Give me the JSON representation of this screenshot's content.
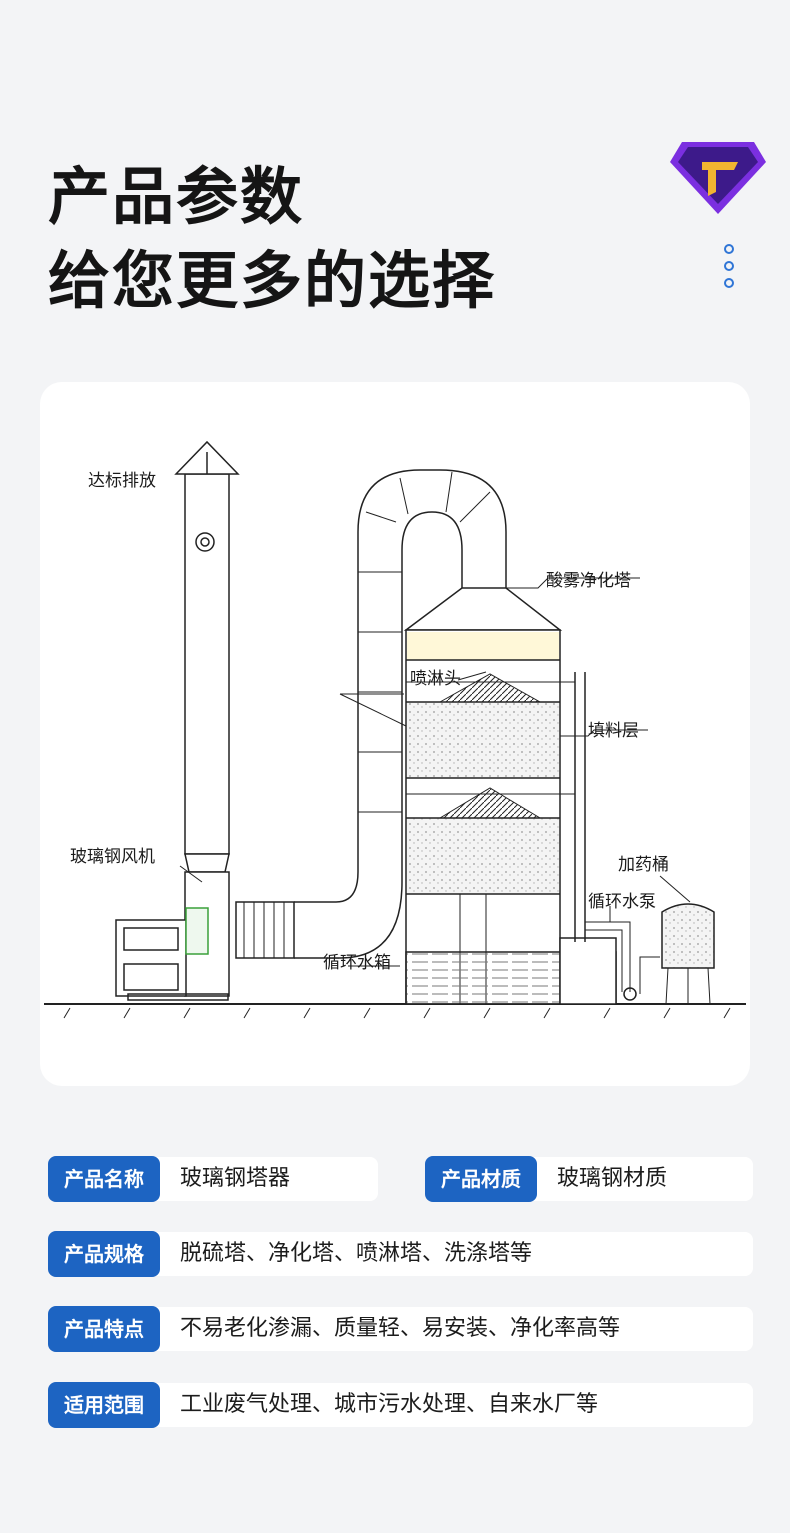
{
  "header": {
    "title_line1": "产品参数",
    "title_line2": "给您更多的选择",
    "logo_icon": "diamond-logo-icon",
    "dots_icon": "vertical-dots-icon",
    "accent_color": "#1d64c2"
  },
  "diagram": {
    "labels": {
      "discharge": "达标排放",
      "tower": "酸雾净化塔",
      "spray_head": "喷淋头",
      "packing_layer": "填料层",
      "fan": "玻璃钢风机",
      "dosing_tank": "加药桶",
      "pump": "循环水泵",
      "water_tank": "循环水箱"
    }
  },
  "specs": [
    {
      "label": "产品名称",
      "value": "玻璃钢塔器"
    },
    {
      "label": "产品材质",
      "value": "玻璃钢材质"
    },
    {
      "label": "产品规格",
      "value": "脱硫塔、净化塔、喷淋塔、洗涤塔等"
    },
    {
      "label": "产品特点",
      "value": "不易老化渗漏、质量轻、易安装、净化率高等"
    },
    {
      "label": "适用范围",
      "value": "工业废气处理、城市污水处理、自来水厂等"
    }
  ]
}
